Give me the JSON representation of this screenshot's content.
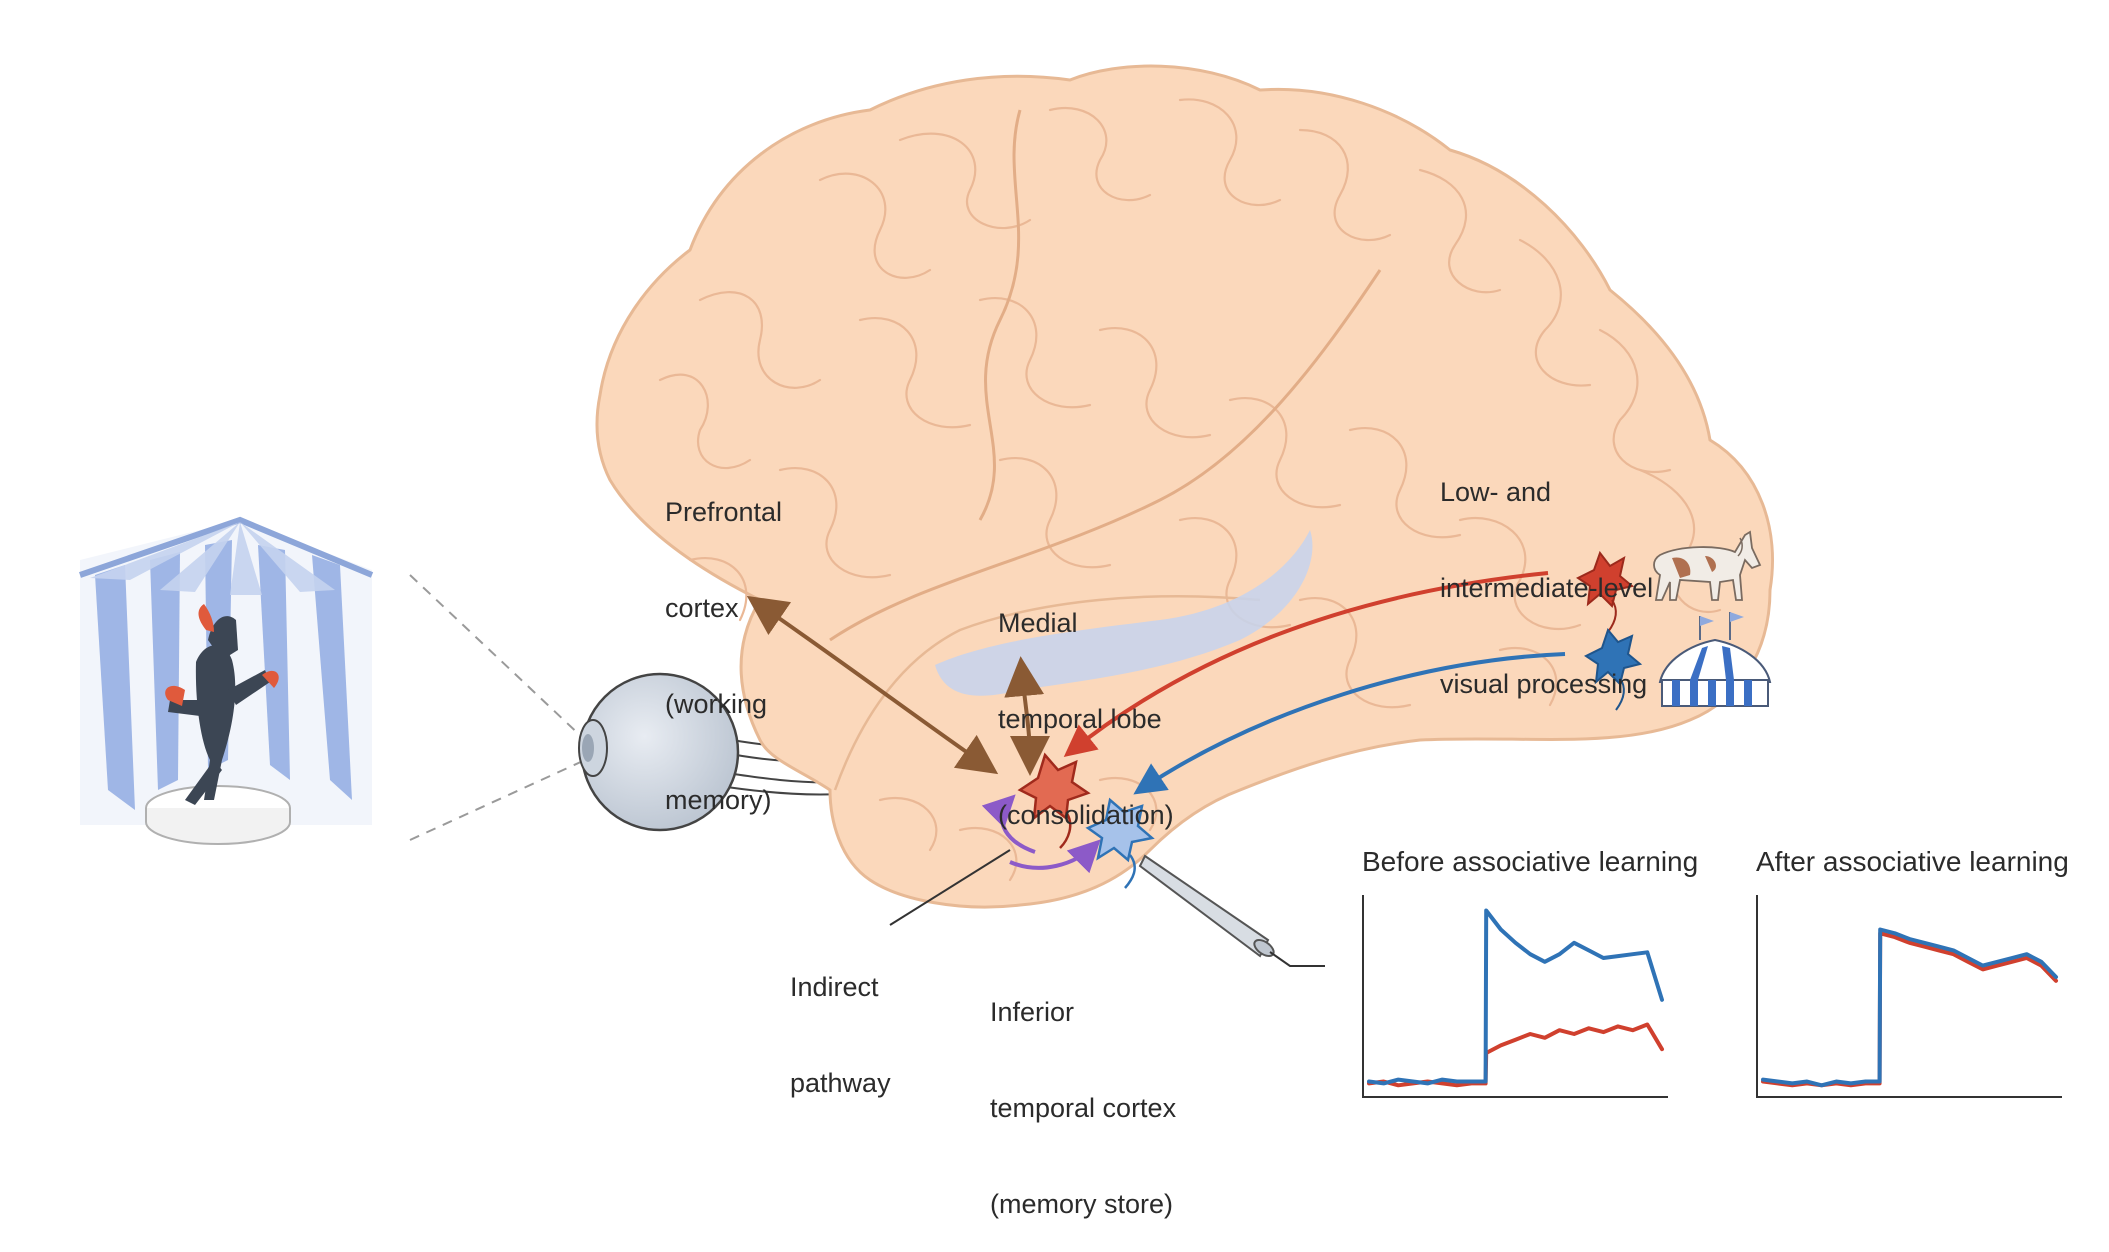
{
  "labels": {
    "prefrontal": [
      "Prefrontal",
      "cortex",
      "(working",
      "memory)"
    ],
    "medial": [
      "Medial",
      "temporal lobe",
      "(consolidation)"
    ],
    "visual": [
      "Low- and",
      "intermediate-level",
      "visual processing"
    ],
    "indirect": [
      "Indirect",
      "pathway"
    ],
    "inferior": [
      "Inferior",
      "temporal cortex",
      "(memory store)"
    ]
  },
  "colors": {
    "brain_fill": "#fbd8bb",
    "brain_stroke": "#e7b995",
    "horse_pathway": "#d0402e",
    "tent_pathway": "#2f73b6",
    "feedback": "#8a5a34",
    "indirect": "#8c5ac8",
    "mtl": "#c6d4ef"
  },
  "chart_data": [
    {
      "type": "line",
      "title": "Before associative learning",
      "xlabel": "",
      "ylabel": "",
      "ylim": [
        0,
        1
      ],
      "x": [
        0,
        0.05,
        0.1,
        0.15,
        0.2,
        0.25,
        0.3,
        0.35,
        0.4,
        0.45,
        0.5,
        0.55,
        0.6,
        0.65,
        0.7,
        0.75,
        0.8,
        0.85,
        0.9,
        0.95,
        1.0
      ],
      "series": [
        {
          "color": "#2f73b6",
          "values": [
            0.05,
            0.04,
            0.06,
            0.05,
            0.04,
            0.06,
            0.05,
            0.05,
            0.95,
            0.85,
            0.78,
            0.72,
            0.68,
            0.72,
            0.78,
            0.74,
            0.7,
            0.71,
            0.72,
            0.73,
            0.48
          ]
        },
        {
          "color": "#d0402e",
          "values": [
            0.04,
            0.05,
            0.03,
            0.04,
            0.05,
            0.04,
            0.03,
            0.04,
            0.2,
            0.24,
            0.27,
            0.3,
            0.28,
            0.32,
            0.3,
            0.33,
            0.31,
            0.34,
            0.32,
            0.35,
            0.22
          ]
        }
      ]
    },
    {
      "type": "line",
      "title": "After associative learning",
      "xlabel": "",
      "ylabel": "",
      "ylim": [
        0,
        1
      ],
      "x": [
        0,
        0.05,
        0.1,
        0.15,
        0.2,
        0.25,
        0.3,
        0.35,
        0.4,
        0.45,
        0.5,
        0.55,
        0.6,
        0.65,
        0.7,
        0.75,
        0.8,
        0.85,
        0.9,
        0.95,
        1.0
      ],
      "series": [
        {
          "color": "#2f73b6",
          "values": [
            0.06,
            0.05,
            0.04,
            0.05,
            0.03,
            0.05,
            0.04,
            0.05,
            0.85,
            0.83,
            0.8,
            0.78,
            0.76,
            0.74,
            0.7,
            0.66,
            0.68,
            0.7,
            0.72,
            0.68,
            0.6
          ]
        },
        {
          "color": "#d0402e",
          "values": [
            0.05,
            0.04,
            0.03,
            0.04,
            0.03,
            0.04,
            0.03,
            0.04,
            0.83,
            0.81,
            0.78,
            0.76,
            0.74,
            0.72,
            0.68,
            0.64,
            0.66,
            0.68,
            0.7,
            0.66,
            0.58
          ]
        }
      ]
    }
  ]
}
